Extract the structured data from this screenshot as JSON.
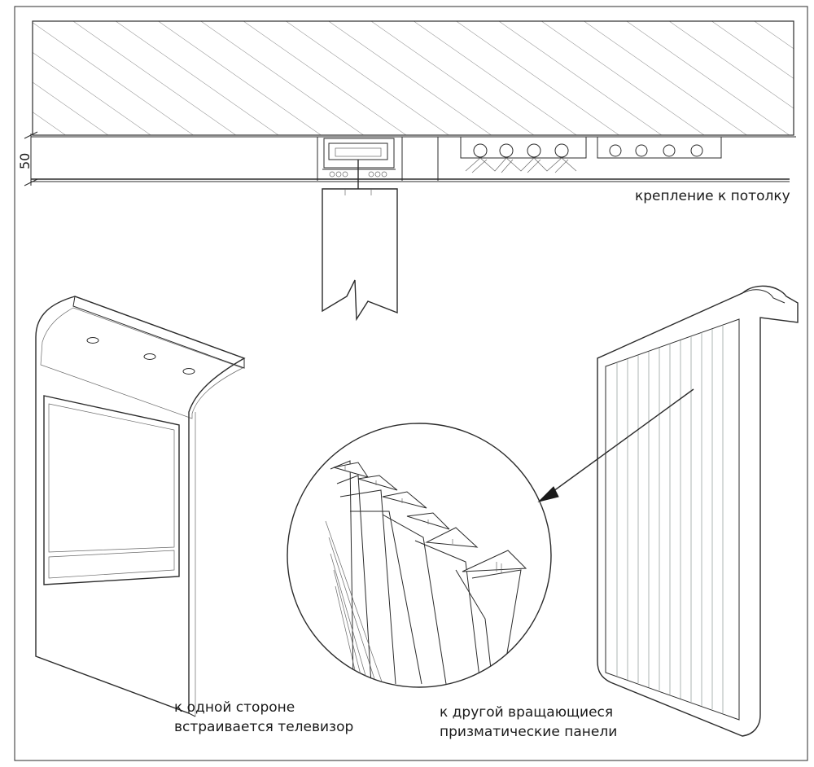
{
  "labels": {
    "dimension": "50",
    "ceiling_mount": "крепление к потолку",
    "left_line1": "к одной стороне",
    "left_line2": "встраивается телевизор",
    "right_line1": "к другой вращающиеся",
    "right_line2": "призматические панели"
  },
  "colors": {
    "line": "#2b2b2b",
    "panel_fill": "#dfe8e5",
    "shade": "#eef1f0"
  }
}
